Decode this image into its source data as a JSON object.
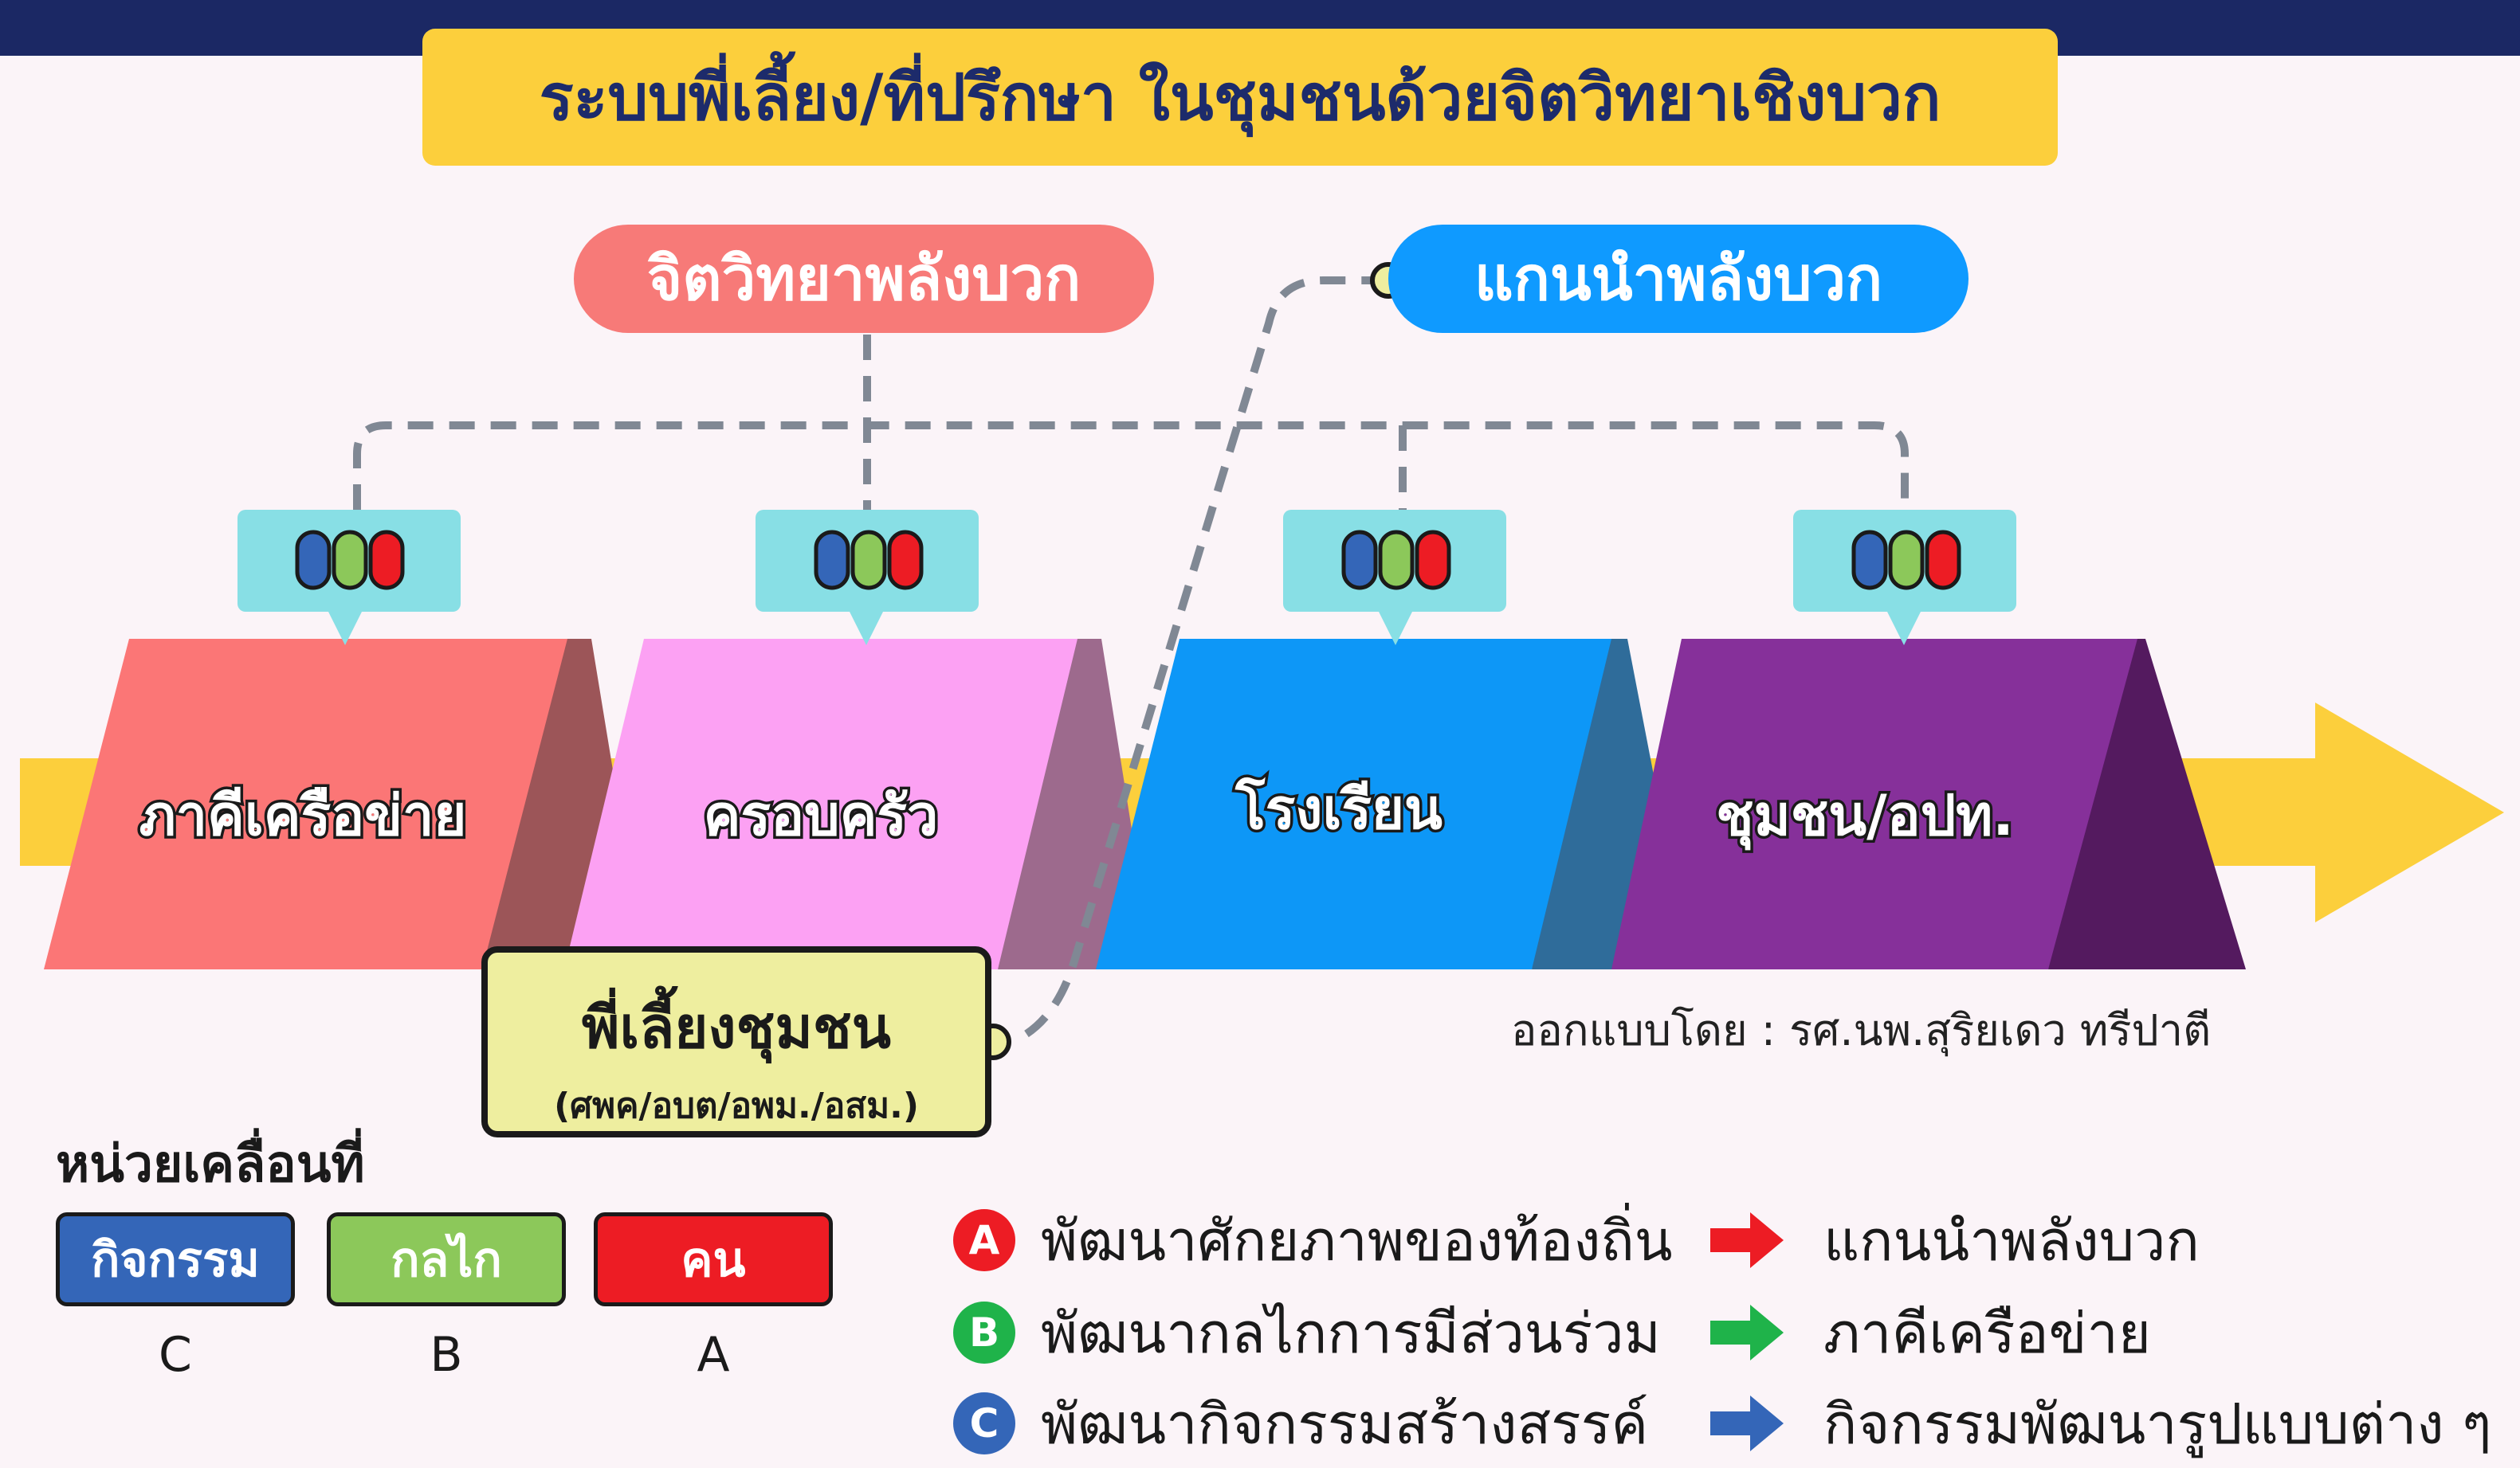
{
  "title": "ระบบพี่เลี้ยง/ที่ปรึกษา ในชุมชนด้วยจิตวิทยาเชิงบวก",
  "pills": {
    "positive_psychology": "จิตวิทยาพลังบวก",
    "positive_leaders": "แกนนำพลังบวก"
  },
  "stages": [
    {
      "label": "ภาคีเครือข่าย",
      "color": "#fb7676"
    },
    {
      "label": "ครอบครัว",
      "color": "#fca1f3"
    },
    {
      "label": "โรงเรียน",
      "color": "#0d97f7"
    },
    {
      "label": "ชุมชน/อปท.",
      "color": "#86309a"
    }
  ],
  "mentor": {
    "title": "พี่เลี้ยงชุมชน",
    "subtitle": "(ศพค/อบต/อพม./อสม.)"
  },
  "credit": "ออกแบบโดย : รศ.นพ.สุริยเดว ทรีปาตี",
  "units": {
    "title": "หน่วยเคลื่อนที่",
    "items": [
      {
        "label": "กิจกรรม",
        "letter": "C",
        "color": "#3466b8"
      },
      {
        "label": "กลไก",
        "letter": "B",
        "color": "#8cc85a"
      },
      {
        "label": "คน",
        "letter": "A",
        "color": "#ed1c24"
      }
    ]
  },
  "legend": [
    {
      "badge": "A",
      "text": "พัฒนาศักยภาพของท้องถิ่น",
      "target": "แกนนำพลังบวก",
      "badge_color": "#ed1c24",
      "arrow_color": "#ed1c24"
    },
    {
      "badge": "B",
      "text": "พัฒนากลไกการมีส่วนร่วม",
      "target": "ภาคีเครือข่าย",
      "badge_color": "#1fb34a",
      "arrow_color": "#1fb34a"
    },
    {
      "badge": "C",
      "text": "พัฒนากิจกรรมสร้างสรรค์",
      "target": "กิจกรรมพัฒนารูปแบบต่าง ๆ",
      "badge_color": "#3466b8",
      "arrow_color": "#3466b8"
    }
  ],
  "colors": {
    "band": "#fccf3c",
    "speech_bubble": "#88dfe5",
    "connector": "#808894"
  }
}
